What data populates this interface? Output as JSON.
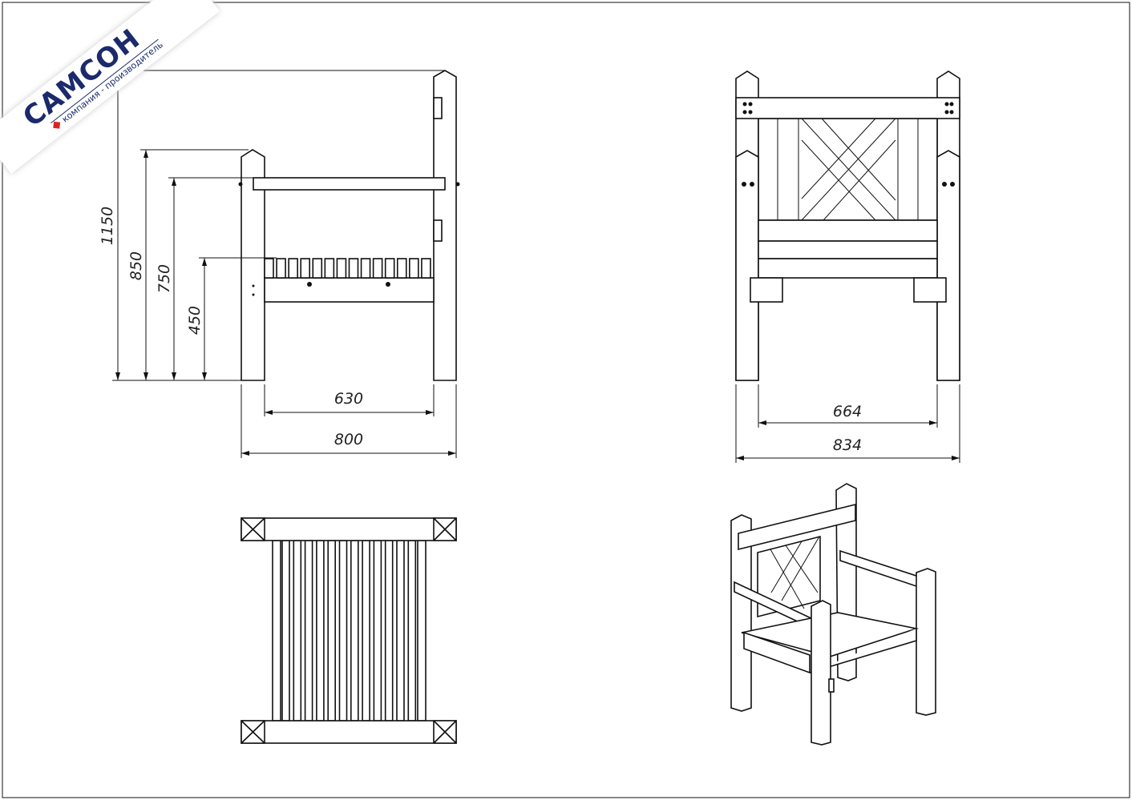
{
  "logo": {
    "name": "САМСОН",
    "tagline": "компания - производитель"
  },
  "side_view": {
    "dims": {
      "h_total": "1150",
      "h_arm_post": "850",
      "h_armrest": "750",
      "h_seat": "450",
      "w_inner": "630",
      "w_total": "800"
    }
  },
  "front_view": {
    "dims": {
      "w_inner": "664",
      "w_total": "834"
    }
  }
}
